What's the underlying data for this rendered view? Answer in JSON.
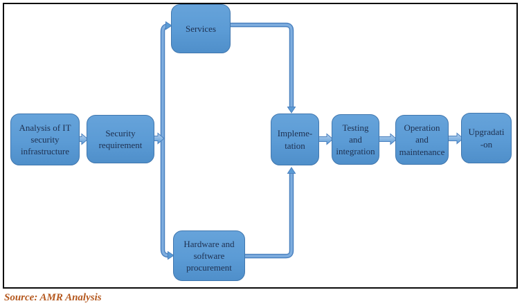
{
  "figure": {
    "type": "flowchart",
    "nodes": [
      {
        "id": "analysis-it-security-infrastructure",
        "label": "Analysis of IT\nsecurity\ninfrastructure"
      },
      {
        "id": "security-requirement",
        "label": "Security\nrequirement"
      },
      {
        "id": "services",
        "label": "Services"
      },
      {
        "id": "hardware-software-procurement",
        "label": "Hardware and\nsoftware\nprocurement"
      },
      {
        "id": "implementation",
        "label": "Impleme-\ntation"
      },
      {
        "id": "testing-integration",
        "label": "Testing\nand\nintegration"
      },
      {
        "id": "operation-maintenance",
        "label": "Operation\nand\nmaintenance"
      },
      {
        "id": "upgradation",
        "label": "Upgradati\n-on"
      }
    ],
    "flow": [
      "Analysis of IT security infrastructure -> Security requirement",
      "Security requirement -> Services",
      "Security requirement -> Hardware and software procurement",
      "Services -> Implementation",
      "Hardware and software procurement -> Implementation",
      "Implementation -> Testing and integration",
      "Testing and integration -> Operation and maintenance",
      "Operation and maintenance -> Upgradation"
    ]
  },
  "source": {
    "label": "Source: AMR Analysis"
  },
  "colors": {
    "node_fill": "#5B9BD5",
    "node_border": "#3F76AE",
    "node_text": "#1E3050",
    "connector_edge": "#4980BF",
    "connector_core": "#7FAEDF",
    "source_text": "#B4571D",
    "frame_border": "#0A0A0A"
  }
}
